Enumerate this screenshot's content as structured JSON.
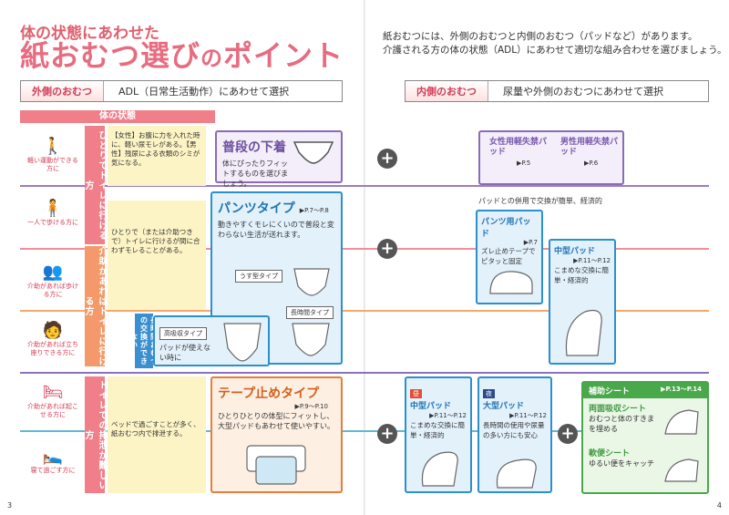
{
  "header": {
    "title_line1": "体の状態にあわせた",
    "title_line2a": "紙おむつ選び",
    "title_line2b": "の",
    "title_line2c": "ポイント"
  },
  "intro": {
    "line1": "紙おむつには、外側のおむつと内側のおむつ（パッドなど）があります。",
    "line2": "介護される方の体の状態（ADL）にあわせて適切な組み合わせを選びましょう。"
  },
  "tabs": {
    "outer_label": "外側のおむつ",
    "outer_text": "ADL（日常生活動作）にあわせて選択",
    "inner_label": "内側のおむつ",
    "inner_text": "尿量や外側のおむつにあわせて選択"
  },
  "condition_header": "体の状態",
  "vbars": {
    "toilet_self": "ひとりでトイレに行ける方",
    "toilet_assist": "介助があればトイレに行ける方",
    "toilet_hard": "トイレでの排泄が難しい方"
  },
  "people": [
    {
      "icon": "walking-person-icon",
      "glyph": "🚶",
      "label": "軽い運動ができる方に"
    },
    {
      "icon": "cane-person-icon",
      "glyph": "🧍",
      "label": "一人で歩ける方に"
    },
    {
      "icon": "assisted-walking-icon",
      "glyph": "👥",
      "label": "介助があれば歩ける方に"
    },
    {
      "icon": "assisted-standing-icon",
      "glyph": "🧑",
      "label": "介助があれば立ち座りできる方に"
    },
    {
      "icon": "assisted-sitting-icon",
      "glyph": "🛏",
      "label": "介助があれば起こせる方に"
    },
    {
      "icon": "bedridden-icon",
      "glyph": "🛌",
      "label": "寝て過ごす方に"
    }
  ],
  "yellow_notes": {
    "note1": "【女性】お腹に力を入れた時に、軽い尿モレがある。【男性】残尿による衣類のシミが気になる。",
    "note2": "ひとりで（または介助つきで）トイレに行けるが間に合わずモレることがある。",
    "note3": "ベッドで過ごすことが多く、紙おむつ内で排泄する。"
  },
  "long_time_label": "長時間おむつの交換ができない",
  "products": {
    "normal_underwear": {
      "title": "普段の下着",
      "desc": "体にぴったりフィットするものを選びましょう。"
    },
    "pants": {
      "title": "パンツタイプ",
      "ref": "▶P.7〜P.8",
      "desc": "動きやすくモレにくいので普段と変わらない生活が送れます。",
      "thin": "うす型タイプ",
      "long": "長時間タイプ"
    },
    "high_absorb": {
      "label": "高吸収タイプ",
      "desc": "パッドが使えない時に"
    },
    "tape": {
      "title": "テープ止めタイプ",
      "ref": "▶P.9〜P.10",
      "desc": "ひとりひとりの体型にフィットし、大型パッドもあわせて使いやすい。"
    },
    "female_pad": {
      "title": "女性用軽失禁パッド",
      "ref": "▶P.5"
    },
    "male_pad": {
      "title": "男性用軽失禁パッド",
      "ref": "▶P.6"
    },
    "pad_note": "パッドとの併用で交換が簡単、経済的",
    "pants_pad": {
      "title": "パンツ用パッド",
      "ref": "▶P.7",
      "desc": "ズレ止めテープでピタッと固定"
    },
    "medium_pad_a": {
      "title": "中型パッド",
      "ref": "▶P.11〜P.12",
      "desc": "こまめな交換に簡単・経済的"
    },
    "medium_pad_b": {
      "badge": "昼",
      "title": "中型パッド",
      "ref": "▶P.11〜P.12",
      "desc": "こまめな交換に簡単・経済的"
    },
    "large_pad": {
      "badge": "夜",
      "title": "大型パッド",
      "ref": "▶P.11〜P.12",
      "desc": "長時間の使用や尿量の多い方にも安心"
    },
    "aux_sheet": {
      "title": "補助シート",
      "ref": "▶P.13〜P.14",
      "double_title": "両面吸収シート",
      "double_desc": "おむつと体のすきまを埋める",
      "soft_title": "軟便シート",
      "soft_desc": "ゆるい便をキャッチ"
    }
  },
  "page_numbers": {
    "left": "3",
    "right": "4"
  },
  "colors": {
    "pink": "#e76c80",
    "purple": "#8b6bb8",
    "blue": "#2c8fd0",
    "orange": "#e67d3a",
    "green": "#49a84a"
  }
}
